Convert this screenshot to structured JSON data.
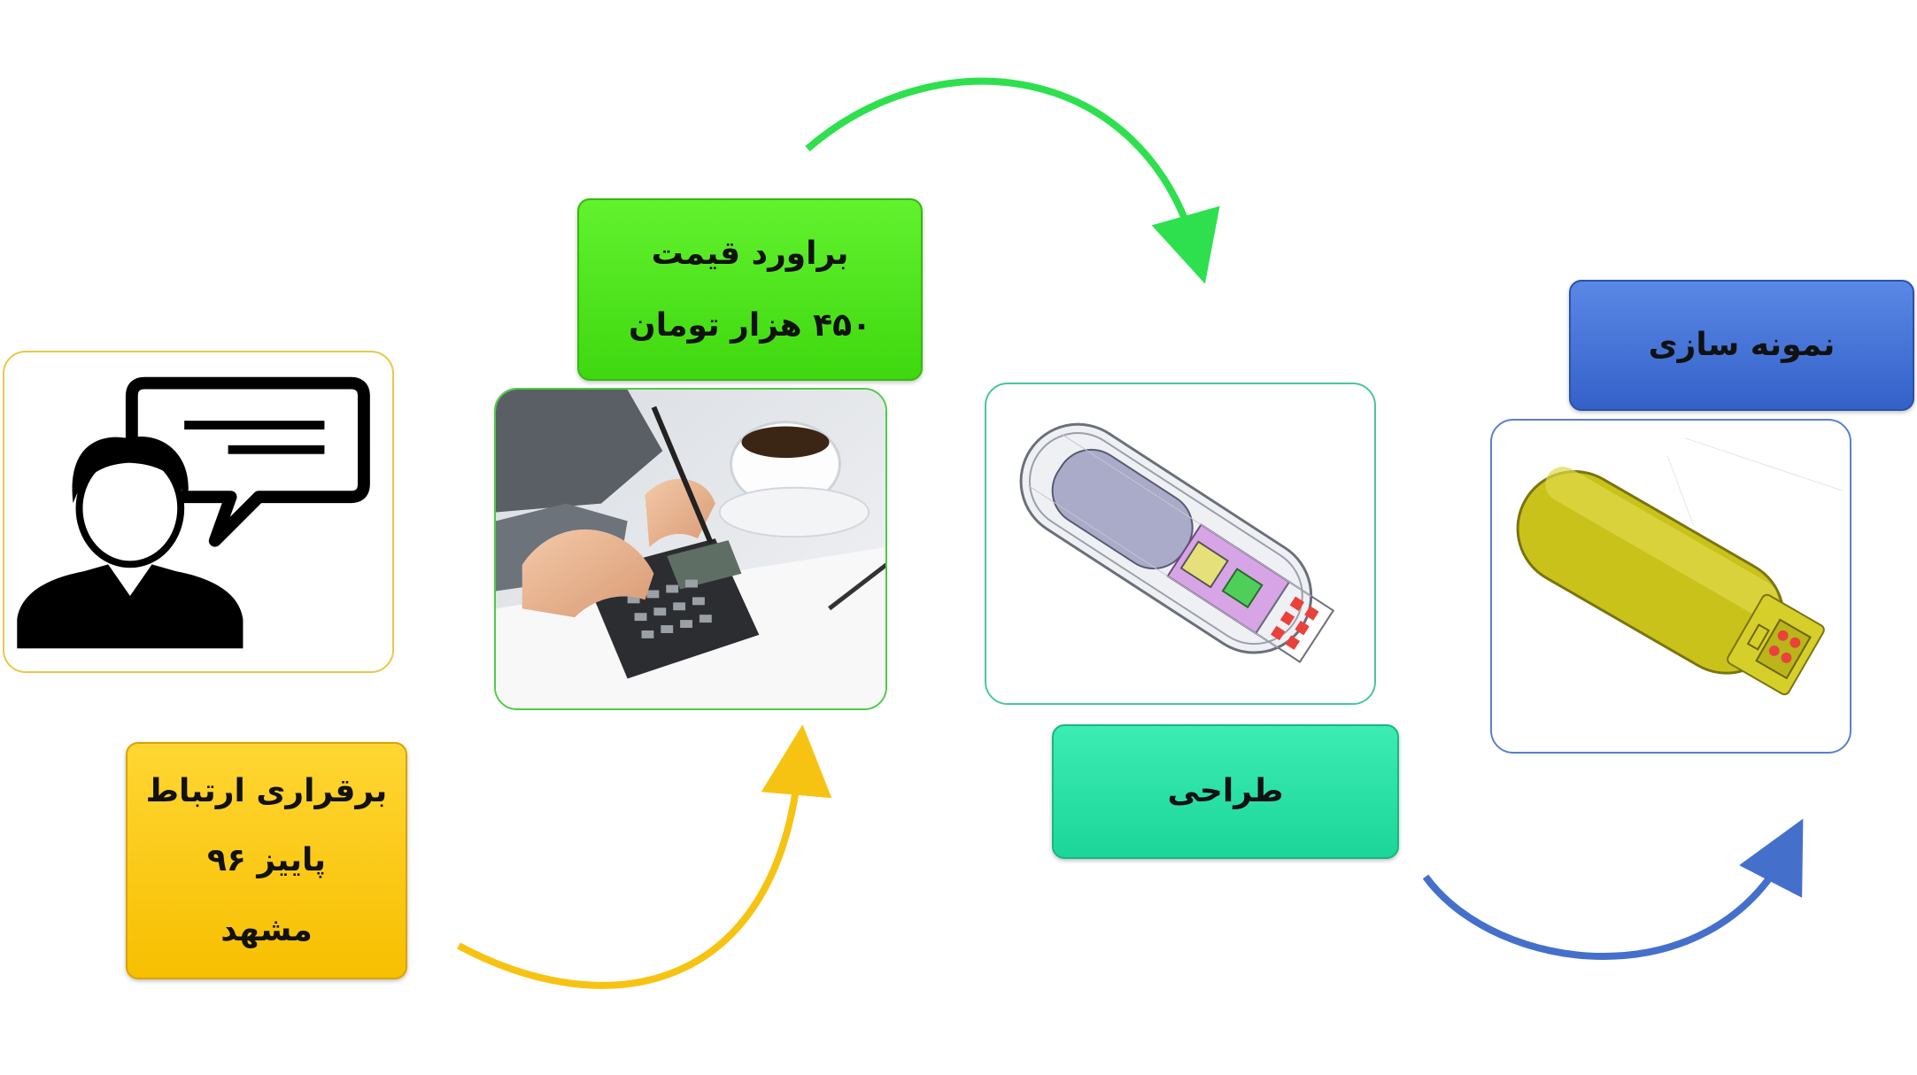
{
  "steps": {
    "contact": {
      "lines": [
        "برقراری ارتباط",
        "پاییز ۹۶",
        "مشهد"
      ],
      "color": "#FFC800"
    },
    "estimate": {
      "lines": [
        "براورد قیمت",
        "۴۵۰ هزار تومان"
      ],
      "color": "#4EE51A"
    },
    "design": {
      "lines": [
        "طراحی"
      ],
      "color": "#25E4A4"
    },
    "prototype": {
      "lines": [
        "نمونه سازی"
      ],
      "color": "#3D6FD4"
    }
  },
  "arrows": {
    "yellow": "#F7C313",
    "green": "#2EE04E",
    "blue": "#4470CC"
  },
  "icons": [
    "person-speech-icon",
    "calculator-photo",
    "usb-cad-wireframe",
    "usb-cad-solid"
  ]
}
